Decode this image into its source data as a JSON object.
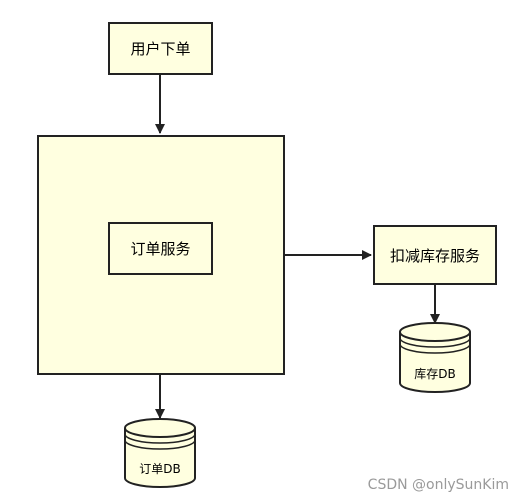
{
  "nodes": {
    "user_order": "用户下单",
    "order_container": "",
    "order_service": "订单服务",
    "deduct_service": "扣减库存服务",
    "inventory_db": "库存DB",
    "order_db": "订单DB"
  },
  "watermark": "CSDN @onlySunKim",
  "colors": {
    "box_fill": "#ffffe0",
    "stroke": "#222222",
    "watermark": "#9a9a9a"
  }
}
